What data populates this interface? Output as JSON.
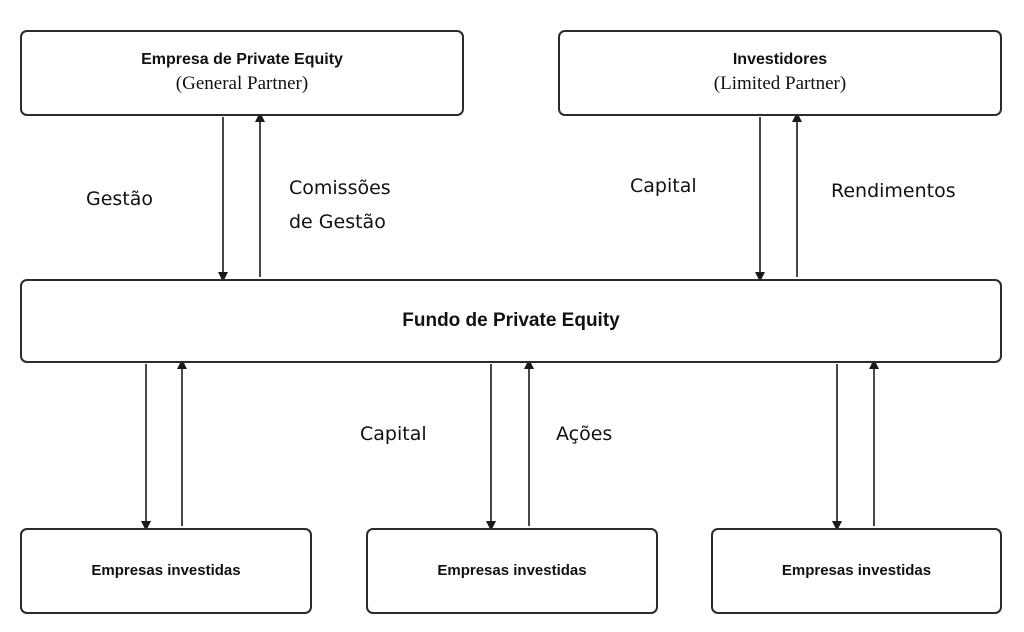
{
  "general_partner": {
    "title": "Empresa de Private Equity",
    "subtitle": "(General Partner)"
  },
  "limited_partner": {
    "title": "Investidores",
    "subtitle": "(Limited Partner)"
  },
  "fund": {
    "title": "Fundo de Private Equity"
  },
  "portfolio_companies": [
    {
      "title": "Empresas investidas"
    },
    {
      "title": "Empresas investidas"
    },
    {
      "title": "Empresas investidas"
    }
  ],
  "labels": {
    "gp_down": "Gestão",
    "gp_up_line1": "Comissões",
    "gp_up_line2": "de Gestão",
    "lp_down": "Capital",
    "lp_up": "Rendimentos",
    "portfolio_down": "Capital",
    "portfolio_up": "Ações"
  }
}
